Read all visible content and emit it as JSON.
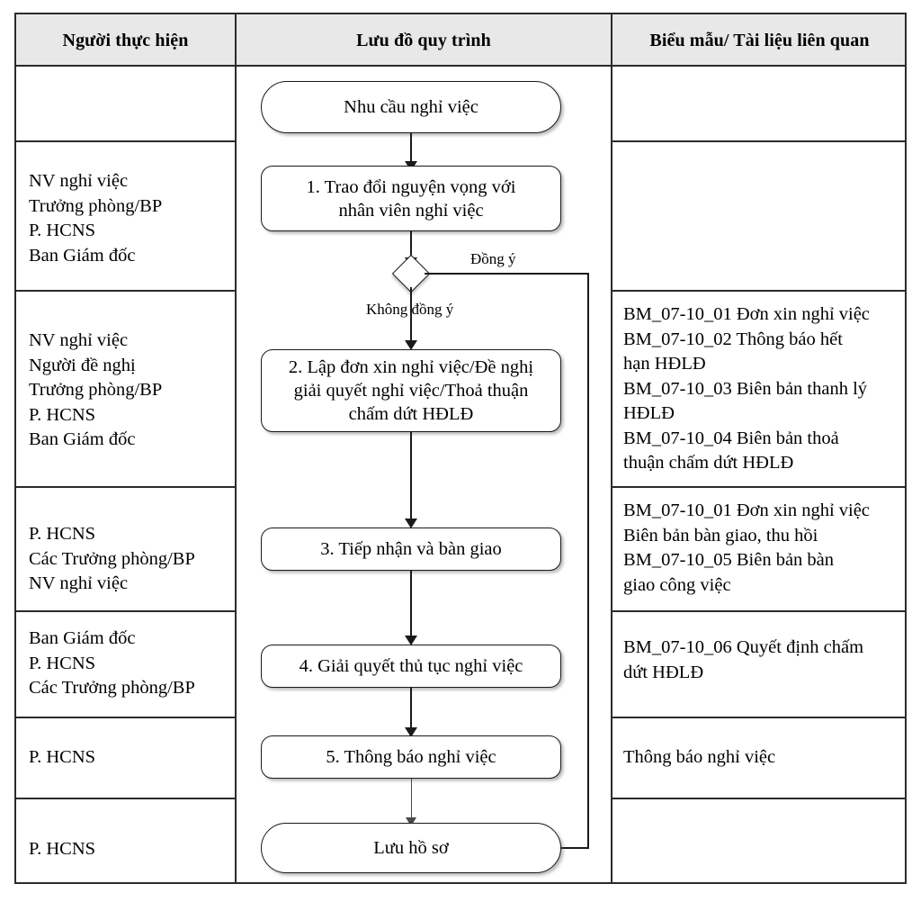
{
  "table": {
    "headers": [
      {
        "id": "responsible",
        "label": "Người thực hiện"
      },
      {
        "id": "flowchart",
        "label": "Lưu đồ quy trình"
      },
      {
        "id": "documents",
        "label": "Biểu mẫu/ Tài liệu liên quan"
      }
    ],
    "rows": [
      {
        "responsible": "",
        "documents": ""
      },
      {
        "responsible": "NV nghỉ việc\nTrưởng phòng/BP\nP. HCNS\nBan Giám đốc",
        "documents": ""
      },
      {
        "responsible": "NV nghỉ việc\nNgười đề nghị\nTrưởng phòng/BP\nP. HCNS\nBan Giám đốc",
        "documents": "BM_07-10_01 Đơn xin nghỉ việc\nBM_07-10_02 Thông báo hết\nhạn HĐLĐ\nBM_07-10_03 Biên bản thanh lý\nHĐLĐ\nBM_07-10_04 Biên bản thoả\nthuận chấm dứt HĐLĐ"
      },
      {
        "responsible": "P. HCNS\nCác Trưởng phòng/BP\nNV nghỉ việc",
        "documents": "BM_07-10_01 Đơn xin nghỉ việc\nBiên bản bàn giao, thu hồi\nBM_07-10_05 Biên bản bàn\ngiao công việc"
      },
      {
        "responsible": "Ban Giám đốc\nP. HCNS\nCác Trưởng phòng/BP",
        "documents": "BM_07-10_06 Quyết định chấm\ndứt HĐLĐ"
      },
      {
        "responsible": "P. HCNS",
        "documents": "Thông báo nghỉ việc"
      },
      {
        "responsible": "P. HCNS",
        "documents": ""
      }
    ]
  },
  "flowchart": {
    "type": "flowchart",
    "nodes": [
      {
        "id": "start",
        "shape": "terminator",
        "label": "Nhu cầu nghỉ việc"
      },
      {
        "id": "step1",
        "shape": "process",
        "label": "1. Trao đổi nguyện vọng với\nnhân viên nghỉ việc"
      },
      {
        "id": "decision",
        "shape": "decision",
        "label": ""
      },
      {
        "id": "step2",
        "shape": "process",
        "label": "2. Lập đơn xin nghỉ việc/Đề nghị\ngiải quyết nghỉ việc/Thoả thuận\nchấm dứt HĐLĐ"
      },
      {
        "id": "step3",
        "shape": "process",
        "label": "3. Tiếp nhận và bàn giao"
      },
      {
        "id": "step4",
        "shape": "process",
        "label": "4. Giải quyết thủ tục nghỉ việc"
      },
      {
        "id": "step5",
        "shape": "process",
        "label": "5. Thông báo nghỉ việc"
      },
      {
        "id": "end",
        "shape": "terminator",
        "label": "Lưu hồ sơ"
      }
    ],
    "edges": [
      {
        "from": "start",
        "to": "step1",
        "label": ""
      },
      {
        "from": "step1",
        "to": "decision",
        "label": ""
      },
      {
        "from": "decision",
        "to": "end",
        "label": "Đồng ý"
      },
      {
        "from": "decision",
        "to": "step2",
        "label": "Không đồng ý"
      },
      {
        "from": "step2",
        "to": "step3",
        "label": ""
      },
      {
        "from": "step3",
        "to": "step4",
        "label": ""
      },
      {
        "from": "step4",
        "to": "step5",
        "label": ""
      },
      {
        "from": "step5",
        "to": "end",
        "label": ""
      }
    ],
    "edge_labels": {
      "agree": "Đồng ý",
      "disagree": "Không đồng ý"
    }
  },
  "colors": {
    "header_background": "#e8e8e8",
    "border": "#2b2b2b",
    "node_border": "#1a1a1a",
    "page_background": "#ffffff"
  }
}
